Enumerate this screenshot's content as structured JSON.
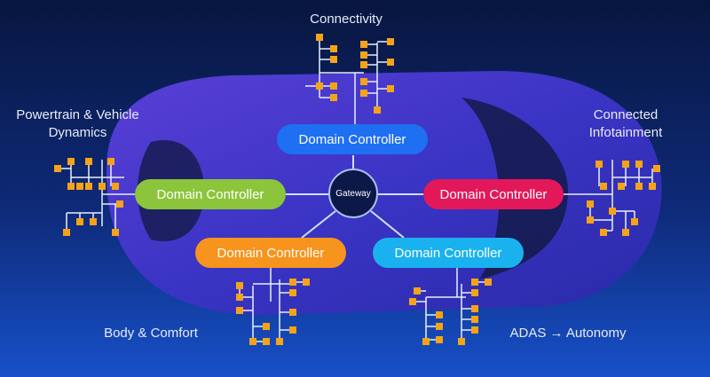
{
  "domains": {
    "connectivity": "Connectivity",
    "powertrain_line1": "Powertrain & Vehicle",
    "powertrain_line2": "Dynamics",
    "infotainment_line1": "Connected",
    "infotainment_line2": "Infotainment",
    "body": "Body & Comfort",
    "adas": "ADAS → Autonomy"
  },
  "controllers": {
    "top": "Domain Controller",
    "left": "Domain Controller",
    "right": "Domain Controller",
    "bottom_left": "Domain Controller",
    "bottom_right": "Domain Controller"
  },
  "gateway": "Gateway",
  "colors": {
    "top": "#1f6ff2",
    "left": "#8cc43c",
    "right": "#e2185a",
    "bottom_left": "#f7941d",
    "bottom_right": "#1ab2ee",
    "node": "#f6a317"
  }
}
